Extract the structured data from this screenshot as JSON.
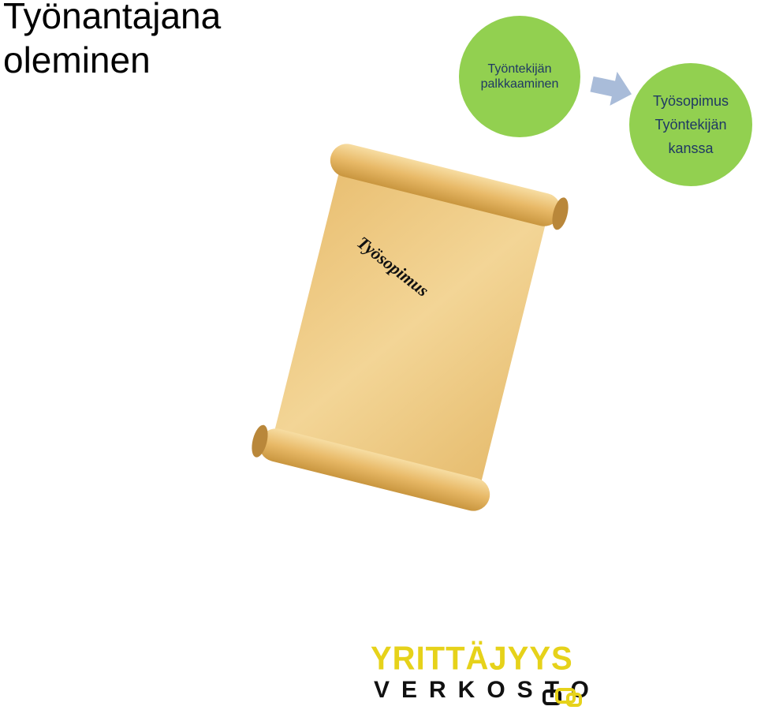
{
  "title": {
    "line1": "Työnantajana",
    "line2": "oleminen"
  },
  "process": {
    "step1": {
      "line1": "Työntekijän",
      "line2": "palkkaaminen"
    },
    "step2": {
      "line1": "Työsopimus",
      "line2": "Työntekijän",
      "line3": "kanssa"
    }
  },
  "scroll": {
    "heading": "Työsopimus"
  },
  "logo": {
    "top": "YRITTÄJYYS",
    "bottom": "VERKOSTO"
  },
  "colors": {
    "circle": "#92d050",
    "circle_text": "#1f3864",
    "arrow": "#a9bcd9",
    "logo_yellow": "#e6d21a",
    "parchment": "#f0cf8a"
  },
  "icons": {
    "arrow": "right-arrow-icon",
    "links": "chain-link-icon"
  }
}
